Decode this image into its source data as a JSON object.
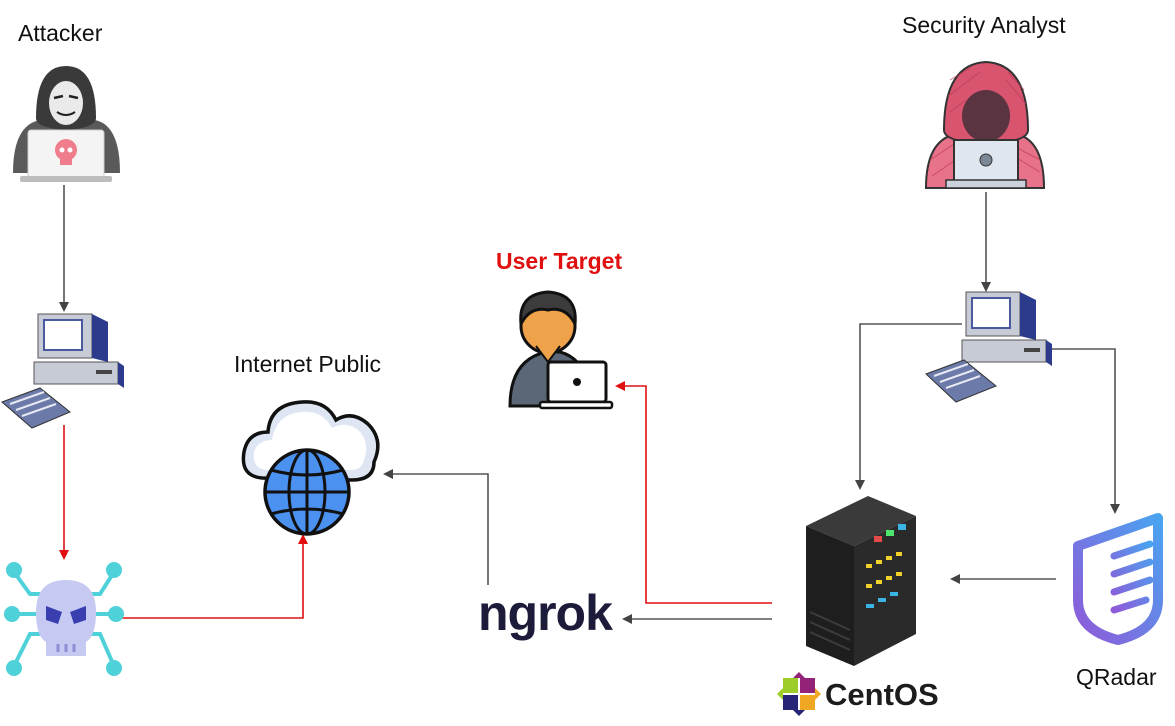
{
  "nodes": {
    "attacker": "Attacker",
    "security_analyst": "Security Analyst",
    "user_target": "User Target",
    "internet_public": "Internet Public",
    "ngrok": "ngrok",
    "centos": "CentOS",
    "qradar": "QRadar"
  },
  "colors": {
    "attack_path": "#e01010",
    "normal_path": "#444444",
    "target_label": "#e01010"
  }
}
